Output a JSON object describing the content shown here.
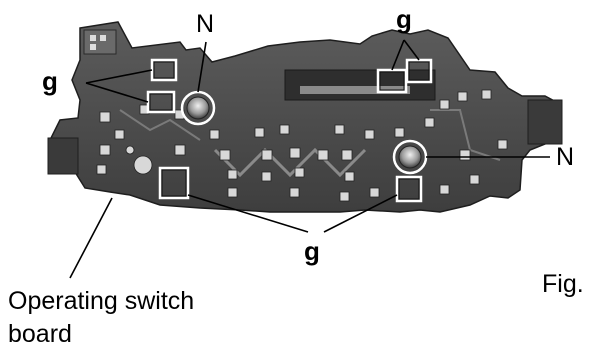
{
  "figure": {
    "board_label_line1": "Operating switch",
    "board_label_line2": "board",
    "fig_label": "Fig.",
    "g_label_left": "g",
    "g_label_top": "g",
    "g_label_bottom": "g",
    "n_label_top": "N",
    "n_label_right": "N"
  },
  "colors": {
    "board": "#4e4e4e",
    "board_dark": "#2a2a2a",
    "component": "#d8d8d8",
    "callout_box": "#ffffff",
    "text": "#000000"
  }
}
